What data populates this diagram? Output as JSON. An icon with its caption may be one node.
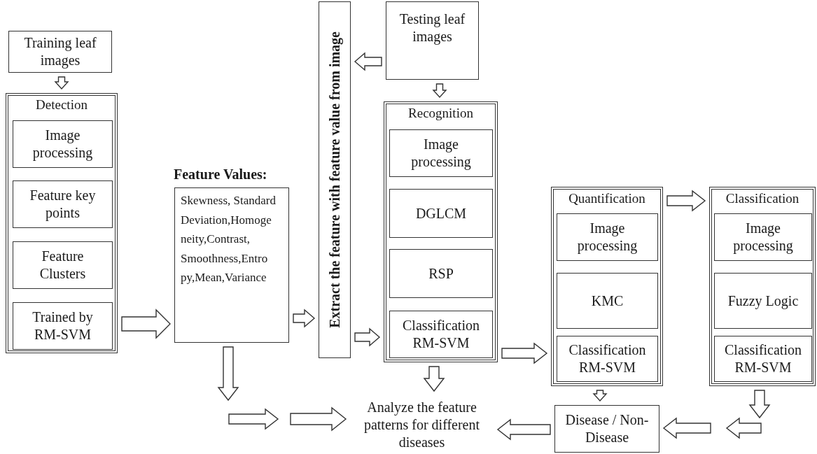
{
  "diagram": {
    "nodes": [
      {
        "text": [
          "Training leaf images"
        ]
      },
      {
        "text": [
          "Detection"
        ]
      },
      {
        "text": [
          "Image processing"
        ],
        "in": 1
      },
      {
        "text": [
          "Feature key points"
        ],
        "in": 1
      },
      {
        "text": [
          "Feature Clusters"
        ],
        "in": 1
      },
      {
        "text": [
          "Trained by RM-SVM"
        ],
        "in": 1
      },
      {
        "text": [
          "Feature Values:",
          "Skewness, Standard Deviation,Homoge neity,Contrast, Smoothness,Entro py,Mean,Variance"
        ]
      },
      {
        "text": [
          "Extract the feature with feature value from image"
        ]
      },
      {
        "text": [
          "Testing leaf images"
        ]
      },
      {
        "text": [
          "Recognition"
        ]
      },
      {
        "text": [
          "Image processing"
        ],
        "in": 9
      },
      {
        "text": [
          "DGLCM"
        ],
        "in": 9
      },
      {
        "text": [
          "RSP"
        ],
        "in": 9
      },
      {
        "text": [
          "Classification RM-SVM"
        ],
        "in": 9
      },
      {
        "text": [
          "Quantification"
        ]
      },
      {
        "text": [
          "Image processing"
        ],
        "in": 14
      },
      {
        "text": [
          "KMC"
        ],
        "in": 14
      },
      {
        "text": [
          "Classification RM-SVM"
        ],
        "in": 14
      },
      {
        "text": [
          "Classification"
        ]
      },
      {
        "text": [
          "Image processing"
        ],
        "in": 18
      },
      {
        "text": [
          "Fuzzy Logic"
        ],
        "in": 18
      },
      {
        "text": [
          "Classification RM-SVM"
        ],
        "in": 18
      },
      {
        "text": [
          "Analyze the feature patterns for different diseases"
        ]
      },
      {
        "text": [
          "Disease / Non-Disease"
        ]
      }
    ],
    "edges": [
      {
        "from": 0,
        "to": 1,
        "arrow": "to"
      },
      {
        "from": 1,
        "to": 6,
        "arrow": "to"
      },
      {
        "from": 6,
        "to": 7,
        "arrow": "to"
      },
      {
        "from": 8,
        "to": 7,
        "arrow": "to"
      },
      {
        "from": 8,
        "to": 9,
        "arrow": "to"
      },
      {
        "from": 7,
        "to": 9,
        "arrow": "to"
      },
      {
        "from": 9,
        "to": 14,
        "arrow": "to"
      },
      {
        "from": 14,
        "to": 18,
        "arrow": "to"
      },
      {
        "from": 14,
        "to": 23,
        "arrow": "to"
      },
      {
        "from": 18,
        "to": null,
        "arrow": "to"
      },
      {
        "from": null,
        "to": 23,
        "arrow": "to"
      },
      {
        "from": 23,
        "to": 22,
        "arrow": "to"
      },
      {
        "from": 9,
        "to": 22,
        "arrow": "to"
      },
      {
        "from": 6,
        "to": null,
        "arrow": "to"
      },
      {
        "from": null,
        "to": 22,
        "arrow": "to"
      }
    ]
  }
}
